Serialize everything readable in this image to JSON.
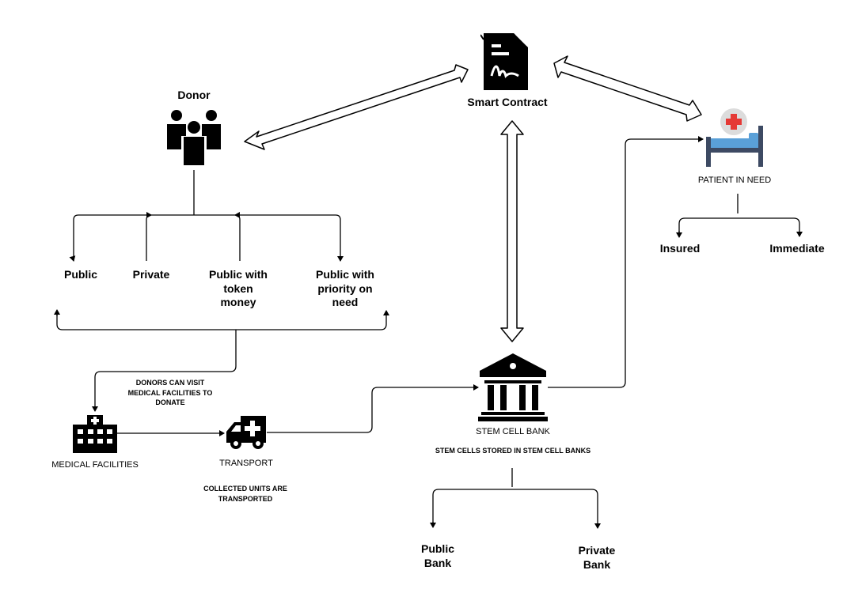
{
  "labels": {
    "smart_contract": "Smart Contract",
    "donor": "Donor",
    "patient": "PATIENT IN NEED",
    "insured": "Insured",
    "immediate": "Immediate",
    "public": "Public",
    "private": "Private",
    "public_token": "Public with\ntoken\nmoney",
    "public_priority": "Public with\npriority on\nneed",
    "donors_visit": "DONORS CAN VISIT\nMEDICAL FACILITIES TO\nDONATE",
    "medical_facilities": "MEDICAL FACILITIES",
    "transport": "TRANSPORT",
    "collected_units": "COLLECTED UNITS ARE\nTRANSPORTED",
    "stem_cell_bank": "STEM CELL BANK",
    "stem_cells_stored": "STEM CELLS STORED IN STEM CELL BANKS",
    "public_bank": "Public\nBank",
    "private_bank": "Private\nBank"
  },
  "icons": {
    "contract": "contract-document-icon",
    "donor": "people-group-icon",
    "patient": "hospital-bed-icon",
    "hospital": "hospital-building-icon",
    "ambulance": "ambulance-icon",
    "bank": "bank-building-icon"
  },
  "colors": {
    "line": "#000000",
    "icon": "#000000",
    "bed_blue": "#5aa0d8",
    "bed_frame": "#3d4a63",
    "cross_red": "#e53935",
    "cross_bg": "#dcdcdc"
  }
}
